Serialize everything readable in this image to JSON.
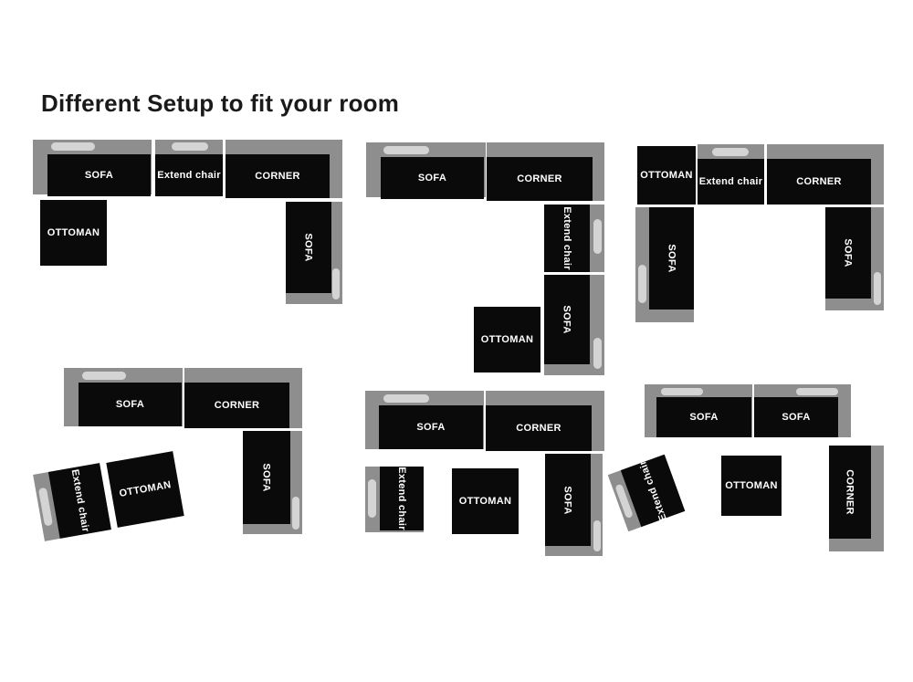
{
  "heading": "Different Setup to fit your room",
  "labels": {
    "sofa": "SOFA",
    "corner": "CORNER",
    "ottoman": "OTTOMAN",
    "extend_chair": "Extend chair"
  },
  "colors": {
    "upholstery": "#0a0a0a",
    "frame": "#8e8e8e",
    "cushion": "#d4d4d4",
    "text": "#ffffff"
  },
  "setups": [
    {
      "id": 1,
      "pieces": [
        "SOFA",
        "Extend chair",
        "CORNER",
        "SOFA",
        "OTTOMAN"
      ]
    },
    {
      "id": 2,
      "pieces": [
        "SOFA",
        "CORNER",
        "Extend chair",
        "SOFA",
        "OTTOMAN"
      ]
    },
    {
      "id": 3,
      "pieces": [
        "OTTOMAN",
        "Extend chair",
        "CORNER",
        "SOFA",
        "SOFA"
      ]
    },
    {
      "id": 4,
      "pieces": [
        "SOFA",
        "CORNER",
        "SOFA",
        "Extend chair",
        "OTTOMAN"
      ]
    },
    {
      "id": 5,
      "pieces": [
        "SOFA",
        "CORNER",
        "SOFA",
        "Extend chair",
        "OTTOMAN"
      ]
    },
    {
      "id": 6,
      "pieces": [
        "SOFA",
        "SOFA",
        "CORNER",
        "Extend chair",
        "OTTOMAN"
      ]
    }
  ]
}
